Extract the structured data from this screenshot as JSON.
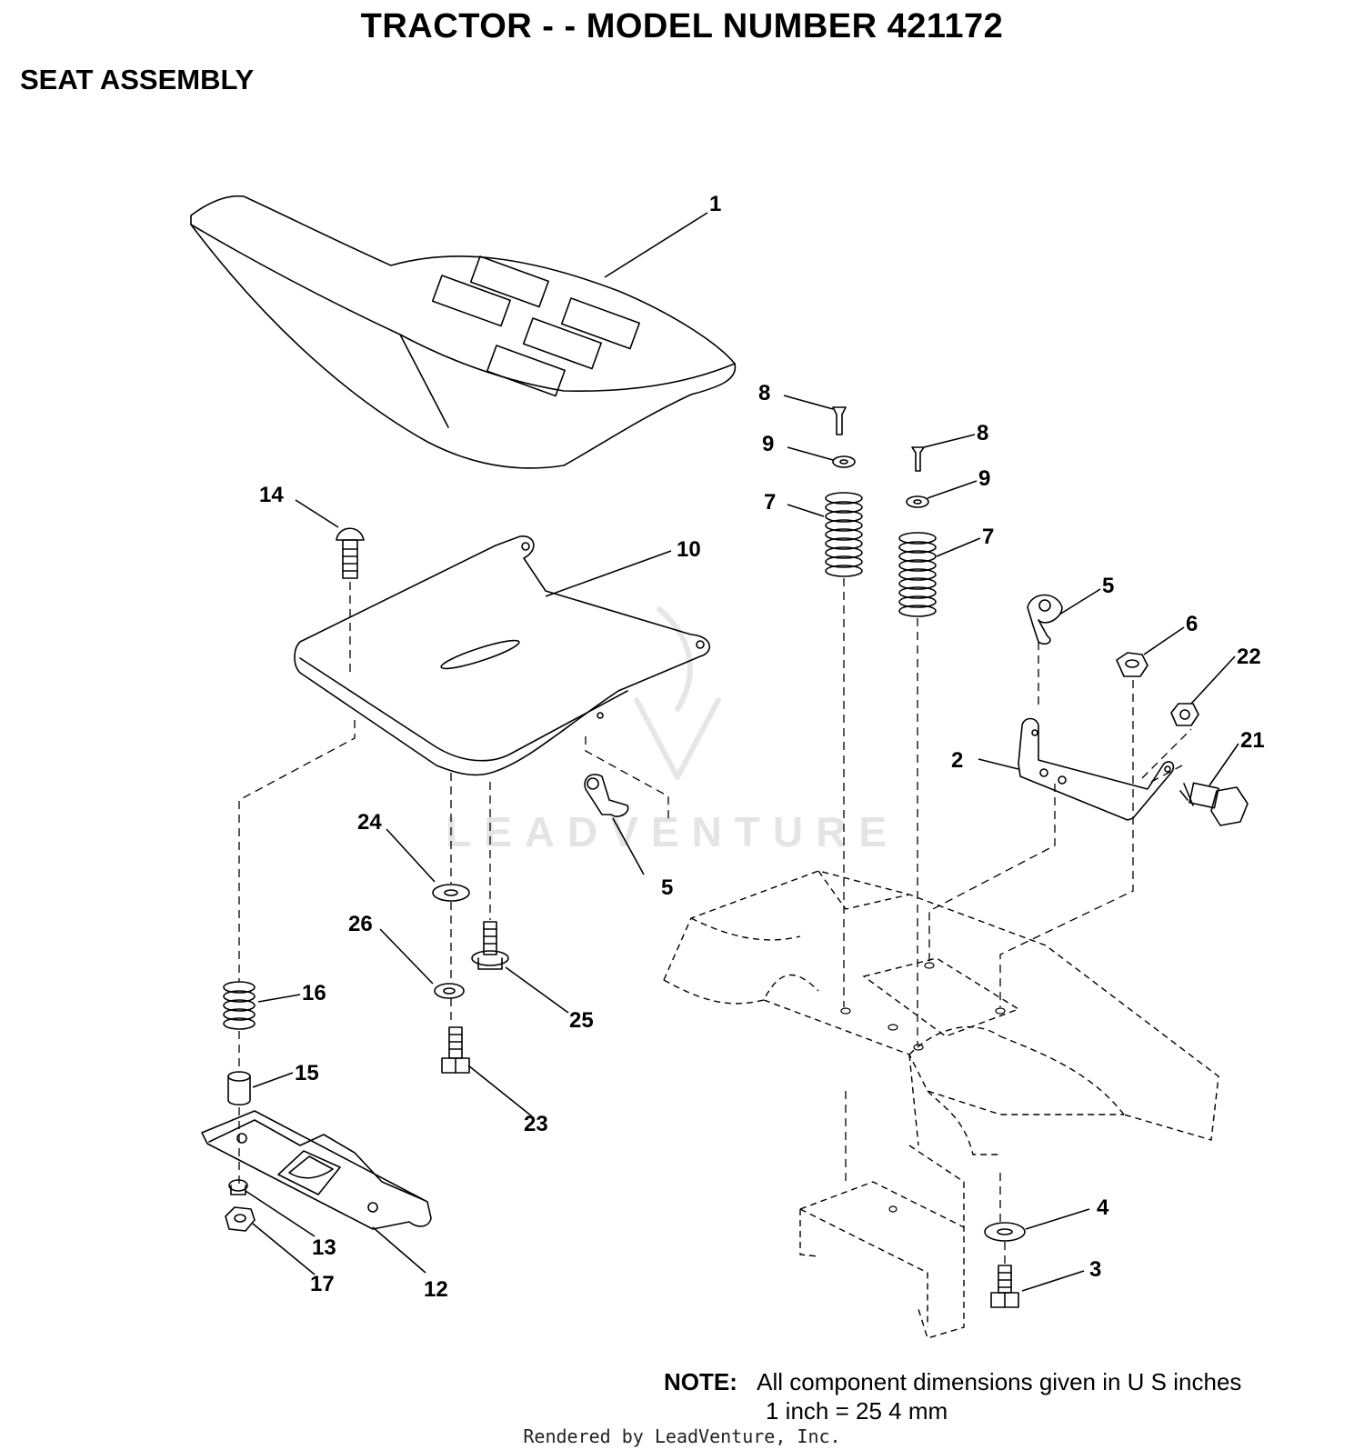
{
  "header": {
    "title": "TRACTOR - - MODEL NUMBER 421172",
    "subtitle": "SEAT ASSEMBLY"
  },
  "callouts": [
    {
      "id": "c1",
      "text": "1"
    },
    {
      "id": "c8a",
      "text": "8"
    },
    {
      "id": "c8b",
      "text": "8"
    },
    {
      "id": "c9a",
      "text": "9"
    },
    {
      "id": "c9b",
      "text": "9"
    },
    {
      "id": "c7a",
      "text": "7"
    },
    {
      "id": "c7b",
      "text": "7"
    },
    {
      "id": "c14",
      "text": "14"
    },
    {
      "id": "c10",
      "text": "10"
    },
    {
      "id": "c5a",
      "text": "5"
    },
    {
      "id": "c5b",
      "text": "5"
    },
    {
      "id": "c6",
      "text": "6"
    },
    {
      "id": "c22",
      "text": "22"
    },
    {
      "id": "c2",
      "text": "2"
    },
    {
      "id": "c21",
      "text": "21"
    },
    {
      "id": "c24",
      "text": "24"
    },
    {
      "id": "c26",
      "text": "26"
    },
    {
      "id": "c25",
      "text": "25"
    },
    {
      "id": "c16",
      "text": "16"
    },
    {
      "id": "c15",
      "text": "15"
    },
    {
      "id": "c23",
      "text": "23"
    },
    {
      "id": "c13",
      "text": "13"
    },
    {
      "id": "c17",
      "text": "17"
    },
    {
      "id": "c12",
      "text": "12"
    },
    {
      "id": "c4",
      "text": "4"
    },
    {
      "id": "c3",
      "text": "3"
    }
  ],
  "watermark": {
    "text": "LEADVENTURE"
  },
  "note": {
    "label": "NOTE:",
    "line1": "All component dimensions given in U S  inches",
    "line2": "1 inch = 25 4 mm"
  },
  "footer": {
    "text": "Rendered by LeadVenture, Inc."
  }
}
